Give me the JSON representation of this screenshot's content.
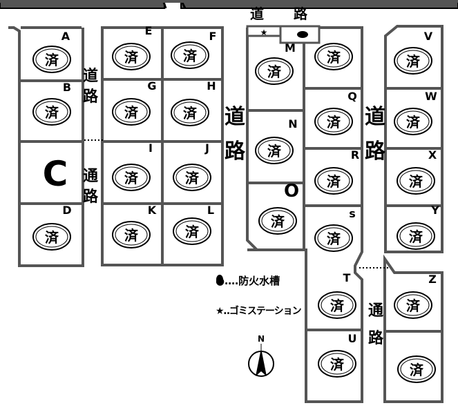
{
  "map": {
    "top_road_label": "道 路",
    "sold_mark": "済",
    "lots": [
      {
        "id": "A",
        "sold": true
      },
      {
        "id": "B",
        "sold": true
      },
      {
        "id": "C",
        "sold": false
      },
      {
        "id": "D",
        "sold": true
      },
      {
        "id": "E",
        "sold": true
      },
      {
        "id": "F",
        "sold": true
      },
      {
        "id": "G",
        "sold": true
      },
      {
        "id": "H",
        "sold": true
      },
      {
        "id": "I",
        "sold": true
      },
      {
        "id": "J",
        "sold": true
      },
      {
        "id": "K",
        "sold": true
      },
      {
        "id": "L",
        "sold": true
      },
      {
        "id": "M",
        "sold": true
      },
      {
        "id": "N",
        "sold": true
      },
      {
        "id": "O",
        "sold": true
      },
      {
        "id": "",
        "sold": true
      },
      {
        "id": "Q",
        "sold": true
      },
      {
        "id": "R",
        "sold": true
      },
      {
        "id": "s",
        "sold": true
      },
      {
        "id": "T",
        "sold": true
      },
      {
        "id": "U",
        "sold": true
      },
      {
        "id": "V",
        "sold": true
      },
      {
        "id": "W",
        "sold": true
      },
      {
        "id": "X",
        "sold": true
      },
      {
        "id": "Y",
        "sold": true
      },
      {
        "id": "Z",
        "sold": true
      },
      {
        "id": "",
        "sold": true
      }
    ],
    "road_labels": {
      "road1_top": [
        "道",
        "路"
      ],
      "road1_bottom": [
        "通",
        "路"
      ],
      "road2": [
        "道",
        "路"
      ],
      "road3_top": [
        "道",
        "路"
      ],
      "road3_bottom": [
        "通",
        "路"
      ]
    },
    "legend": {
      "fire_water_tank": "●‥‥防火水槽",
      "garbage_station": "★‥ゴミステーション"
    },
    "compass": {
      "label": "N"
    }
  }
}
